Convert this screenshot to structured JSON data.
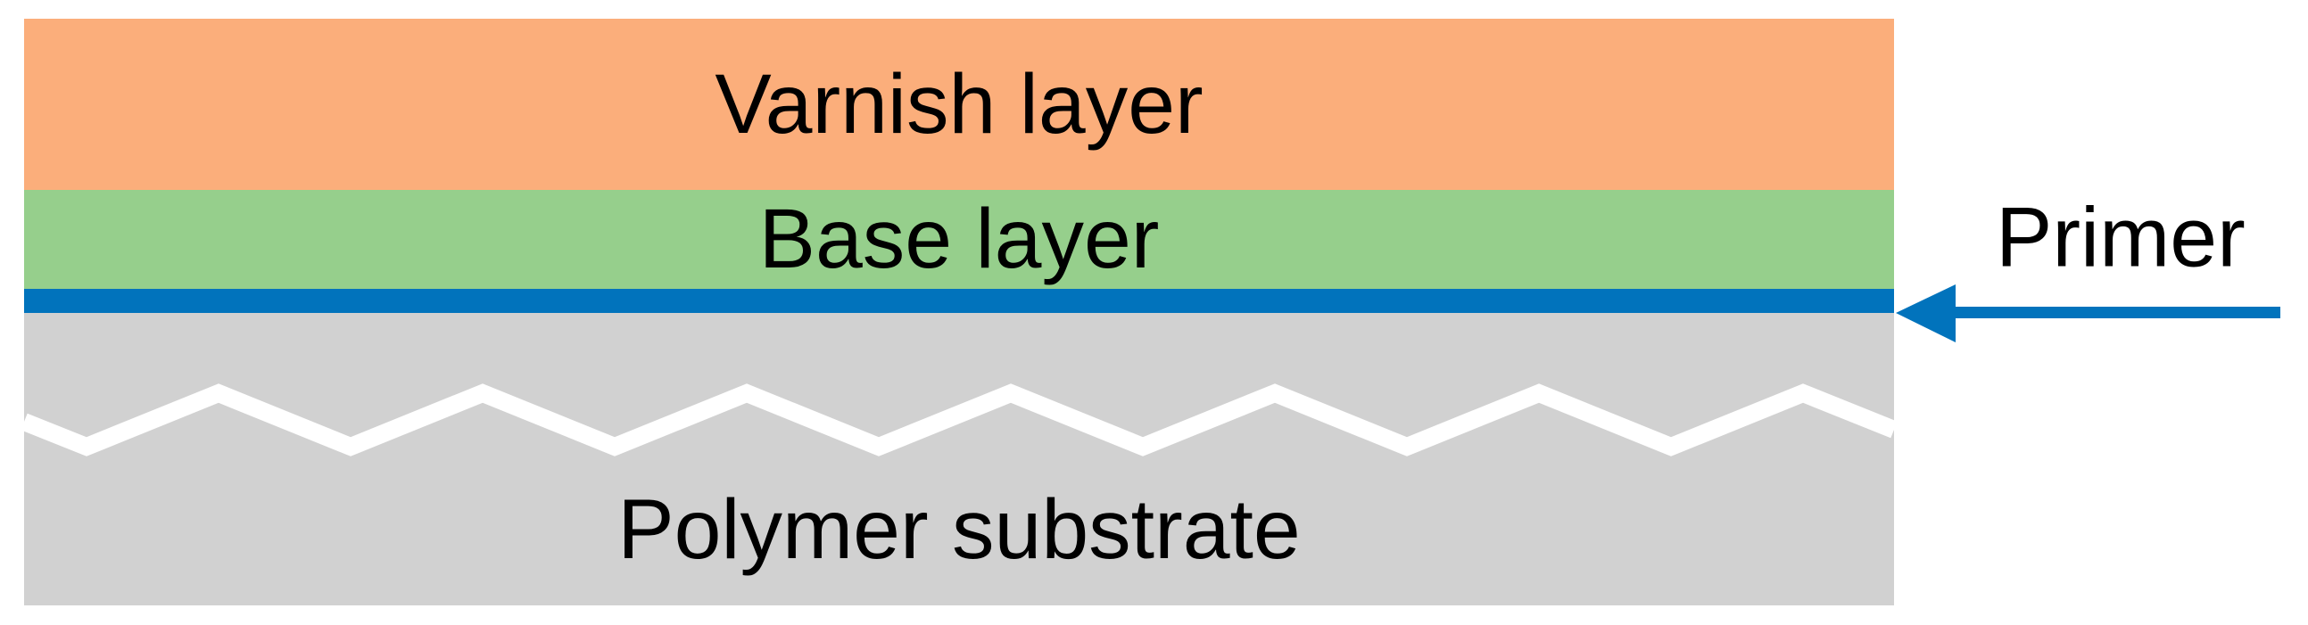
{
  "diagram": {
    "background_color": "#FFFFFF",
    "text_color": "#000000",
    "layers": [
      {
        "id": "varnish",
        "label": "Varnish layer",
        "color": "#FBAE7B"
      },
      {
        "id": "base",
        "label": "Base layer",
        "color": "#96CF8C"
      },
      {
        "id": "primer",
        "label": "",
        "color": "#0173BC"
      },
      {
        "id": "substrate",
        "label": "Polymer substrate",
        "color": "#D1D1D1"
      }
    ],
    "interface_break": {
      "icon": "zigzag-line",
      "color": "#FFFFFF"
    },
    "annotation": {
      "label": "Primer",
      "arrow_icon": "left-arrow",
      "arrow_color": "#0173BC",
      "points_to": "primer line between base layer and polymer substrate"
    }
  }
}
